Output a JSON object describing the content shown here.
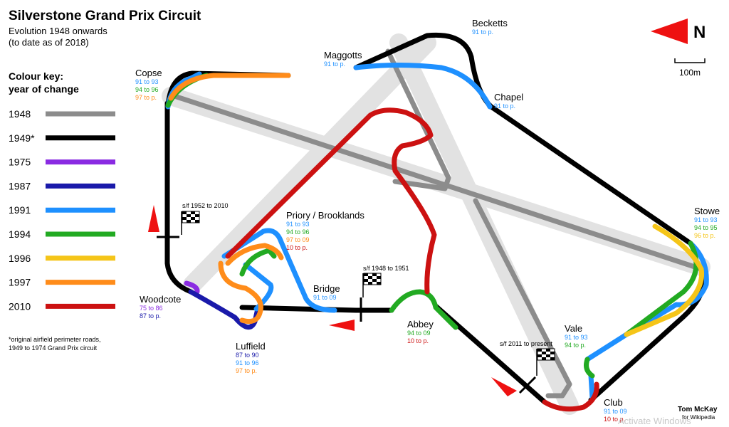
{
  "title": "Silverstone Grand Prix Circuit",
  "subtitle_lines": [
    "Evolution 1948 onwards",
    "(to date as of 2018)"
  ],
  "key": {
    "heading_lines": [
      "Colour key:",
      "year of change"
    ],
    "items": [
      {
        "year": "1948",
        "color": "#8c8c8c"
      },
      {
        "year": "1949*",
        "color": "#000000"
      },
      {
        "year": "1975",
        "color": "#8a2be2"
      },
      {
        "year": "1987",
        "color": "#1a1aaa"
      },
      {
        "year": "1991",
        "color": "#1e90ff"
      },
      {
        "year": "1994",
        "color": "#22aa22"
      },
      {
        "year": "1996",
        "color": "#f5c518"
      },
      {
        "year": "1997",
        "color": "#ff8c1a"
      },
      {
        "year": "2010",
        "color": "#cc1111"
      }
    ],
    "footnote_lines": [
      "*original airfield perimeter roads,",
      "1949 to 1974 Grand Prix circuit"
    ]
  },
  "corners": [
    {
      "id": "copse",
      "name": "Copse",
      "years": [
        {
          "text": "91 to 93",
          "color": "#1e90ff"
        },
        {
          "text": "94 to 96",
          "color": "#22aa22"
        },
        {
          "text": "97 to p.",
          "color": "#ff8c1a"
        }
      ]
    },
    {
      "id": "maggotts",
      "name": "Maggotts",
      "years": [
        {
          "text": "91 to p.",
          "color": "#1e90ff"
        }
      ]
    },
    {
      "id": "becketts",
      "name": "Becketts",
      "years": [
        {
          "text": "91 to p.",
          "color": "#1e90ff"
        }
      ]
    },
    {
      "id": "chapel",
      "name": "Chapel",
      "years": [
        {
          "text": "91 to p.",
          "color": "#1e90ff"
        }
      ]
    },
    {
      "id": "stowe",
      "name": "Stowe",
      "years": [
        {
          "text": "91 to 93",
          "color": "#1e90ff"
        },
        {
          "text": "94 to 95",
          "color": "#22aa22"
        },
        {
          "text": "96 to p.",
          "color": "#f5c518"
        }
      ]
    },
    {
      "id": "vale",
      "name": "Vale",
      "years": [
        {
          "text": "91 to 93",
          "color": "#1e90ff"
        },
        {
          "text": "94 to p.",
          "color": "#22aa22"
        }
      ]
    },
    {
      "id": "club",
      "name": "Club",
      "years": [
        {
          "text": "91 to 09",
          "color": "#1e90ff"
        },
        {
          "text": "10 to p.",
          "color": "#cc1111"
        }
      ]
    },
    {
      "id": "abbey",
      "name": "Abbey",
      "years": [
        {
          "text": "94 to 09",
          "color": "#22aa22"
        },
        {
          "text": "10 to p.",
          "color": "#cc1111"
        }
      ]
    },
    {
      "id": "bridge",
      "name": "Bridge",
      "years": [
        {
          "text": "91 to 09",
          "color": "#1e90ff"
        }
      ]
    },
    {
      "id": "priory",
      "name": "Priory / Brooklands",
      "years": [
        {
          "text": "91 to 93",
          "color": "#1e90ff"
        },
        {
          "text": "94 to 96",
          "color": "#22aa22"
        },
        {
          "text": "97 to 09",
          "color": "#ff8c1a"
        },
        {
          "text": "10 to p.",
          "color": "#cc1111"
        }
      ]
    },
    {
      "id": "luffield",
      "name": "Luffield",
      "years": [
        {
          "text": "87 to 90",
          "color": "#1a1aaa"
        },
        {
          "text": "91 to 96",
          "color": "#1e90ff"
        },
        {
          "text": "97 to p.",
          "color": "#ff8c1a"
        }
      ]
    },
    {
      "id": "woodcote",
      "name": "Woodcote",
      "years": [
        {
          "text": "75 to 86",
          "color": "#8a2be2"
        },
        {
          "text": "87 to p.",
          "color": "#1a1aaa"
        }
      ]
    }
  ],
  "start_finish": {
    "sf1952": "s/f 1952 to 2010",
    "sf1948": "s/f 1948 to 1951",
    "sf2011": "s/f 2011 to present"
  },
  "north": {
    "label": "N",
    "color": "#ee1111"
  },
  "scale": {
    "label": "100m"
  },
  "credit": {
    "name": "Tom McKay",
    "for": "for Wikipedia"
  },
  "watermark": {
    "text": "Activate Windows"
  }
}
